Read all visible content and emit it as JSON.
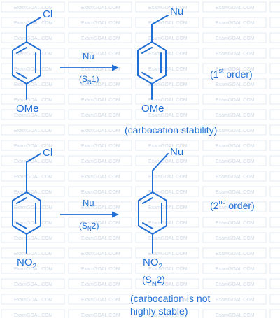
{
  "watermark": {
    "text": "ExamGOAL.COM"
  },
  "colors": {
    "ink": "#1f6fd6",
    "watermark": "#cfd8e6",
    "background": "#ffffff"
  },
  "reaction1": {
    "reactant_group": "Cl",
    "reactant_para": "OMe",
    "reagent": "Nu",
    "mechanism_main": "(S",
    "mechanism_sub": "N",
    "mechanism_end": "1)",
    "product_group": "Nu",
    "product_para": "OMe",
    "order_number": "(1",
    "order_sup": "st",
    "order_word": " order)",
    "note": "(carbocation stability)"
  },
  "reaction2": {
    "reactant_group": "Cl",
    "reactant_para_main": "NO",
    "reactant_para_sub": "2",
    "reagent": "Nu",
    "mechanism_main": "(S",
    "mechanism_sub": "N",
    "mechanism_end": "2)",
    "product_group": "Nu",
    "product_para_main": "NO",
    "product_para_sub": "2",
    "order_number": "(2",
    "order_sup": "nd",
    "order_word": " order)",
    "mechanism2_main": "(S",
    "mechanism2_sub": "N",
    "mechanism2_end": "2)",
    "note_line1": "(carbocation is not",
    "note_line2": "highly stable)"
  }
}
